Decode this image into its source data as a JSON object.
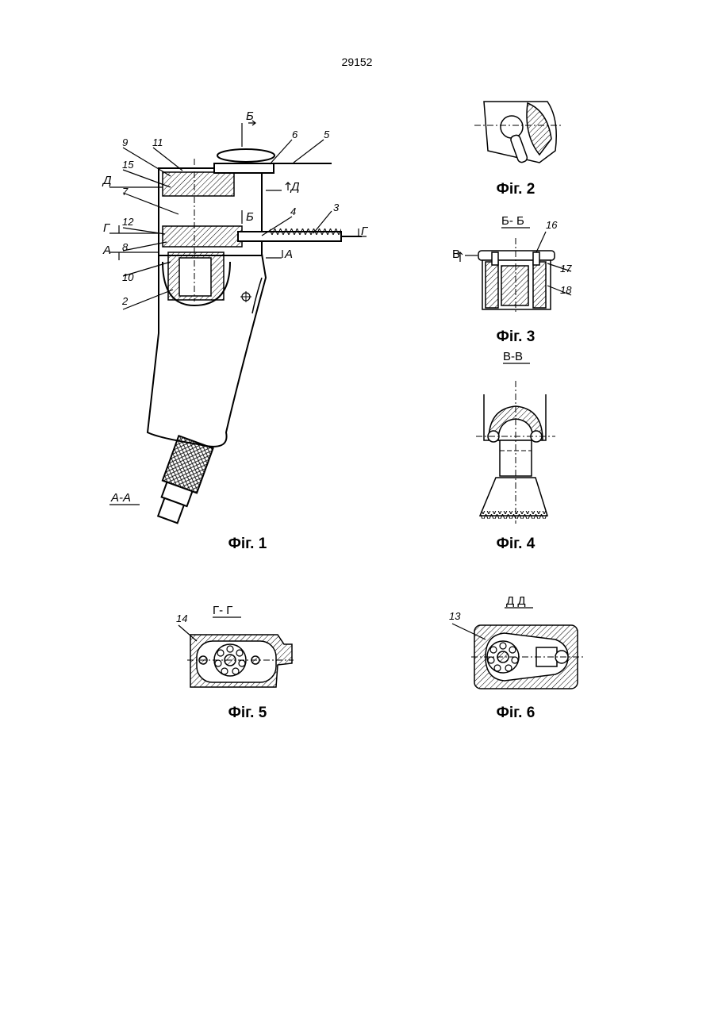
{
  "page_number": "29152",
  "figures": [
    {
      "caption": "Фіг. 1"
    },
    {
      "caption": "Фіг. 2"
    },
    {
      "caption": "Фіг. 3"
    },
    {
      "caption": "Фіг. 4"
    },
    {
      "caption": "Фіг. 5"
    },
    {
      "caption": "Фіг. 6"
    }
  ],
  "section_labels": {
    "fig1_bottom": "А-А",
    "fig3": "Б- Б",
    "fig4": "В-В",
    "fig5": "Г- Г",
    "fig6": "Д  Д"
  },
  "cut_marks": {
    "b_top": "Б",
    "b_mid": "Б",
    "d_left": "Д",
    "d_right": "Д",
    "g_left": "Г",
    "g_right": "Г",
    "a_left": "А",
    "a_right": "А",
    "v_fig3": "В"
  },
  "reference_numerals": {
    "n2": "2",
    "n3": "3",
    "n4": "4",
    "n5": "5",
    "n6": "6",
    "n7": "7",
    "n8": "8",
    "n9": "9",
    "n10": "10",
    "n11": "11",
    "n12": "12",
    "n13": "13",
    "n14": "14",
    "n15": "15",
    "n16": "16",
    "n17": "17",
    "n18": "18"
  }
}
